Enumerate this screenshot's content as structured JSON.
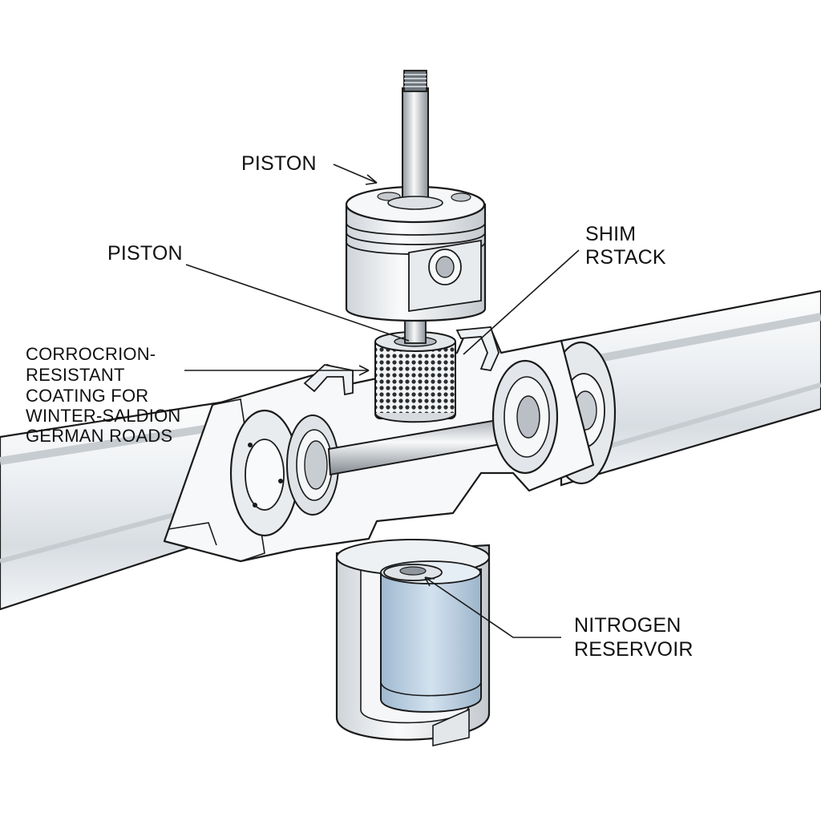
{
  "labels": {
    "piston_top": "PISTON",
    "piston_left": "PISTON",
    "shim_line1": "SHIM",
    "shim_line2": "RSTACK",
    "coating_line1": "CORROCRION-",
    "coating_line2": "RESISTANT",
    "coating_line3": "COATING FOR",
    "coating_line4": "WINTER-SALDION",
    "coating_line5": "GERMAN ROADS",
    "nitrogen_line1": "NITROGEN",
    "nitrogen_line2": "RESERVOIR"
  },
  "colors": {
    "line": "#1a1a1a",
    "metal_light": "#f4f6f8",
    "metal_mid": "#d9dde2",
    "metal_dark": "#9aa1a8",
    "gas_fill": "#b9cfe3"
  }
}
